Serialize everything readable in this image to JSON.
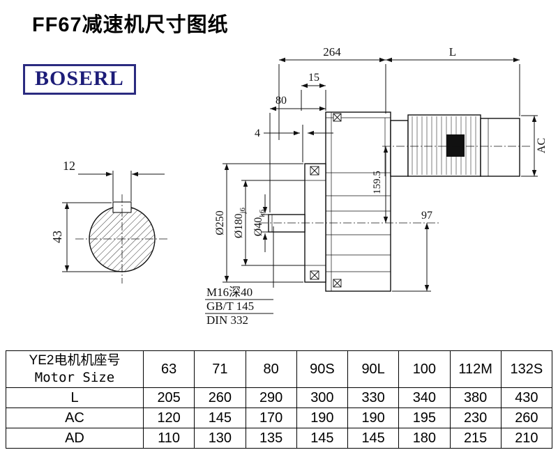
{
  "title": "FF67减速机尺寸图纸",
  "logo": {
    "text": "BOSERL"
  },
  "colors": {
    "brand": "#2b2b80",
    "ink": "#111111"
  },
  "drawing": {
    "dim_264": "264",
    "dim_L": "L",
    "dim_15": "15",
    "dim_80": "80",
    "dim_4": "4",
    "dim_12": "12",
    "dim_43": "43",
    "dia_250": "Ø250",
    "dia_180": "Ø180",
    "dia_180_tol": "j6",
    "dia_40": "Ø40",
    "dia_40_tol": "k6",
    "dim_159_5": "159.5",
    "dim_97": "97",
    "dim_AC": "AC",
    "note_line1": "M16深40",
    "note_line2": "GB/T 145",
    "note_line3": "DIN 332"
  },
  "table": {
    "header": {
      "line1": "YE2电机机座号",
      "line2": "Motor Size"
    },
    "columns": [
      "63",
      "71",
      "80",
      "90S",
      "90L",
      "100",
      "112M",
      "132S"
    ],
    "rows": [
      {
        "label": "L",
        "values": [
          "205",
          "260",
          "290",
          "300",
          "330",
          "340",
          "380",
          "430"
        ]
      },
      {
        "label": "AC",
        "values": [
          "120",
          "145",
          "170",
          "190",
          "190",
          "195",
          "230",
          "260"
        ]
      },
      {
        "label": "AD",
        "values": [
          "110",
          "130",
          "135",
          "145",
          "145",
          "180",
          "215",
          "210"
        ]
      }
    ]
  }
}
